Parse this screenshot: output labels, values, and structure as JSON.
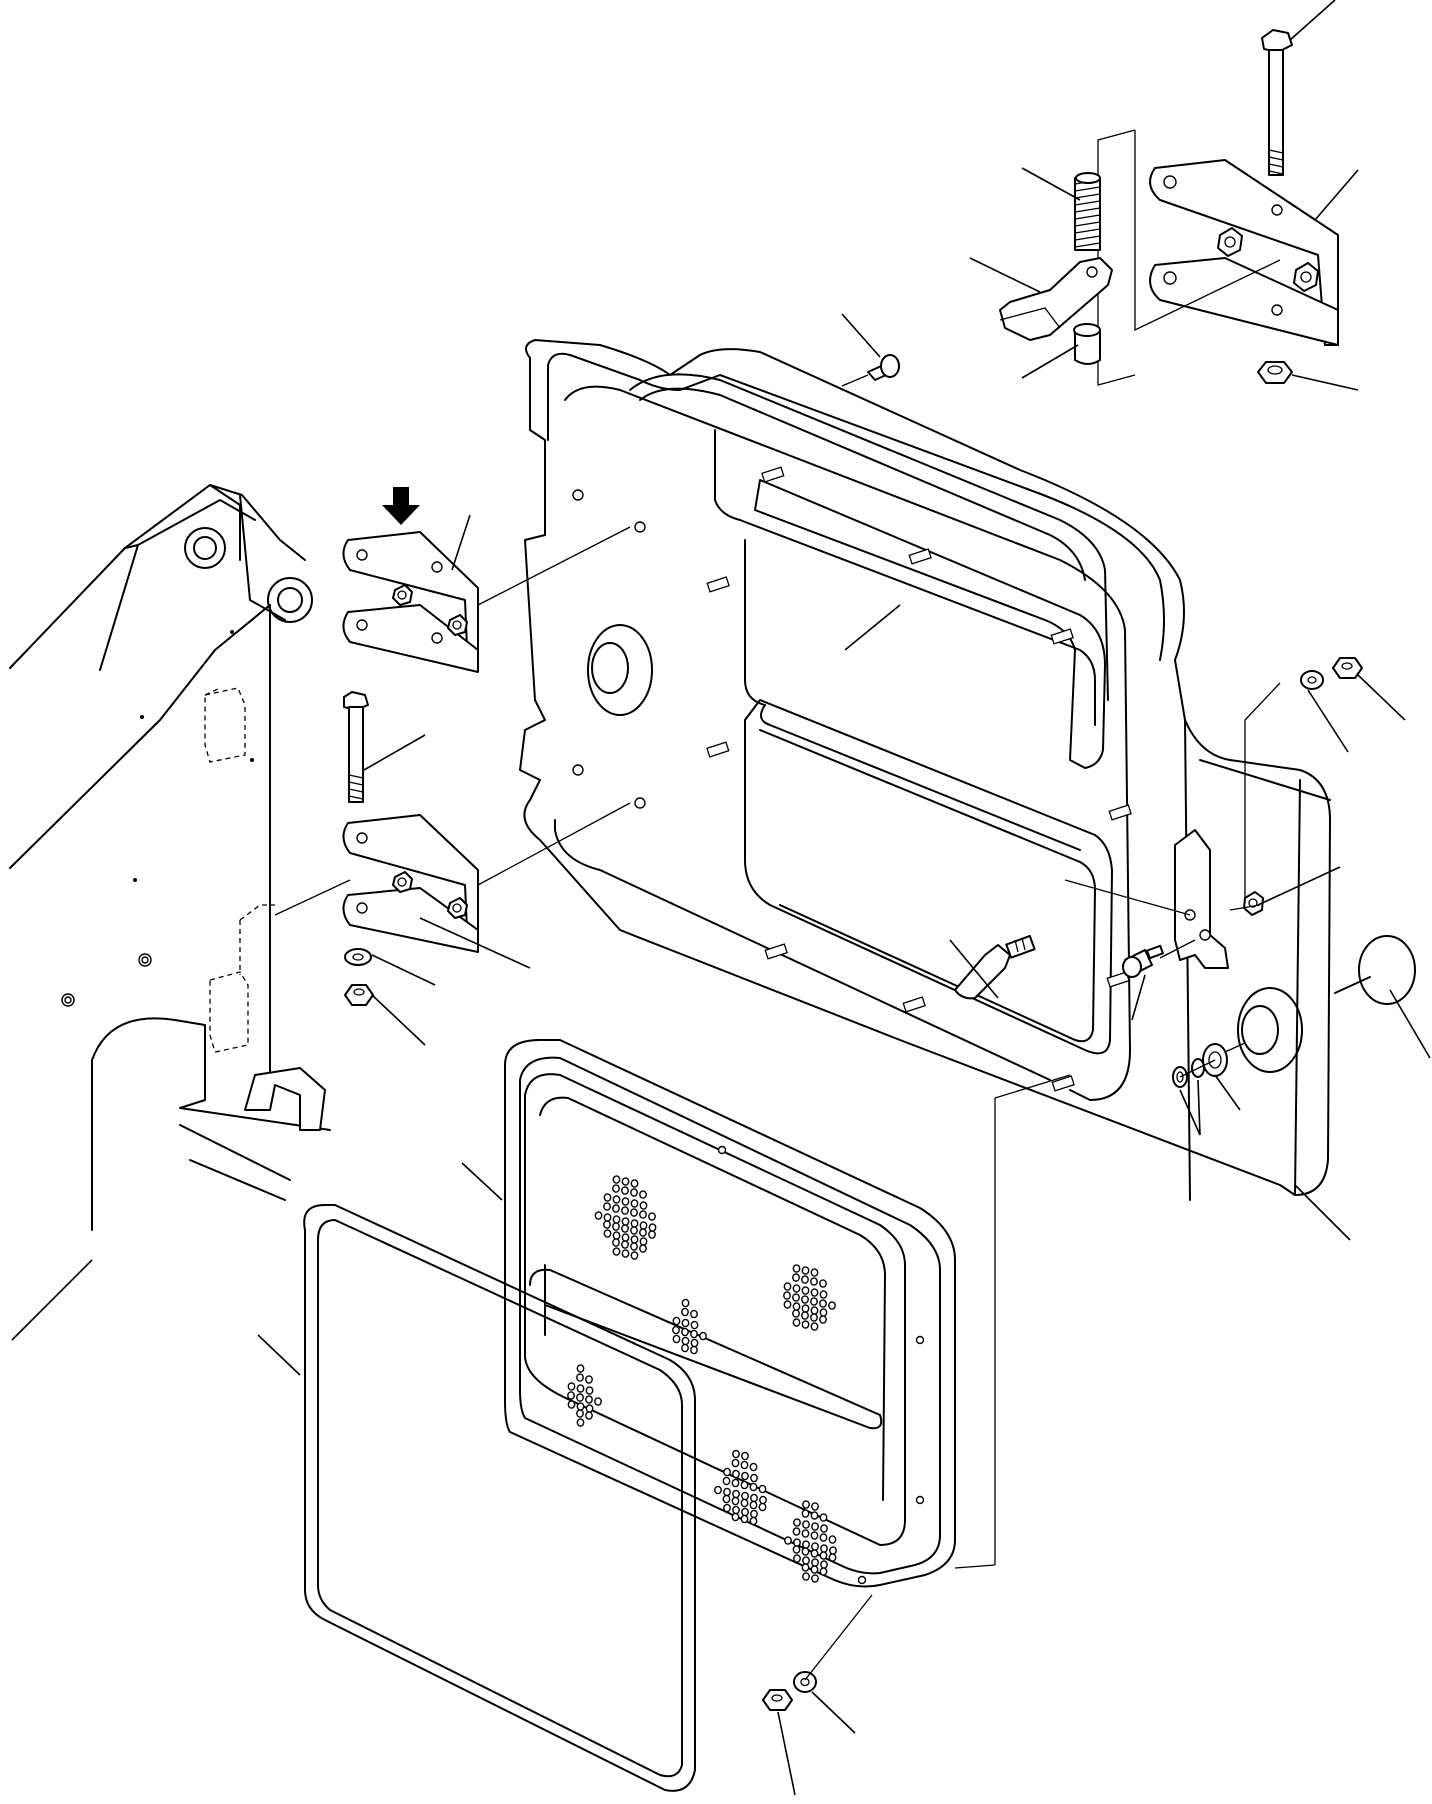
{
  "drawing": {
    "kind": "exploded-parts-view",
    "stroke_color": "#000000",
    "background_color": "#ffffff",
    "direction_marker": "arrow-down",
    "callout_count": 22
  }
}
